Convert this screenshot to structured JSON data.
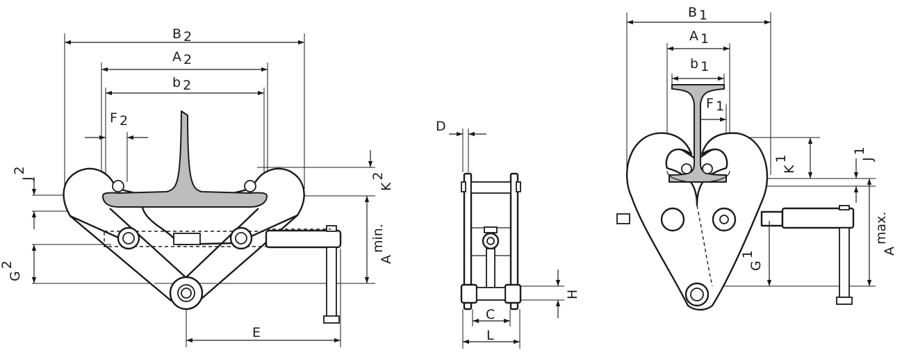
{
  "labels": {
    "B2": {
      "main": "B",
      "sub": "2"
    },
    "A2": {
      "main": "A",
      "sub": "2"
    },
    "b2": {
      "main": "b",
      "sub": "2"
    },
    "F2": {
      "main": "F",
      "sub": "2"
    },
    "J2": {
      "main": "J",
      "sub": "2"
    },
    "K2": {
      "main": "K",
      "sub": "2"
    },
    "Amin": {
      "main": "A",
      "sub": "min."
    },
    "G2": {
      "main": "G",
      "sub": "2"
    },
    "E": {
      "main": "E"
    },
    "D": {
      "main": "D"
    },
    "H": {
      "main": "H"
    },
    "C": {
      "main": "C"
    },
    "L": {
      "main": "L"
    },
    "B1": {
      "main": "B",
      "sub": "1"
    },
    "A1": {
      "main": "A",
      "sub": "1"
    },
    "b1": {
      "main": "b",
      "sub": "1"
    },
    "F1": {
      "main": "F",
      "sub": "1"
    },
    "K1": {
      "main": "K",
      "sub": "1"
    },
    "J1": {
      "main": "J",
      "sub": "1"
    },
    "Amax": {
      "main": "A",
      "sub": "max."
    },
    "G1": {
      "main": "G",
      "sub": "1"
    }
  },
  "colors": {
    "line": "#1a1a1a",
    "beam_fill": "#bdbdbd",
    "background": "#ffffff"
  }
}
